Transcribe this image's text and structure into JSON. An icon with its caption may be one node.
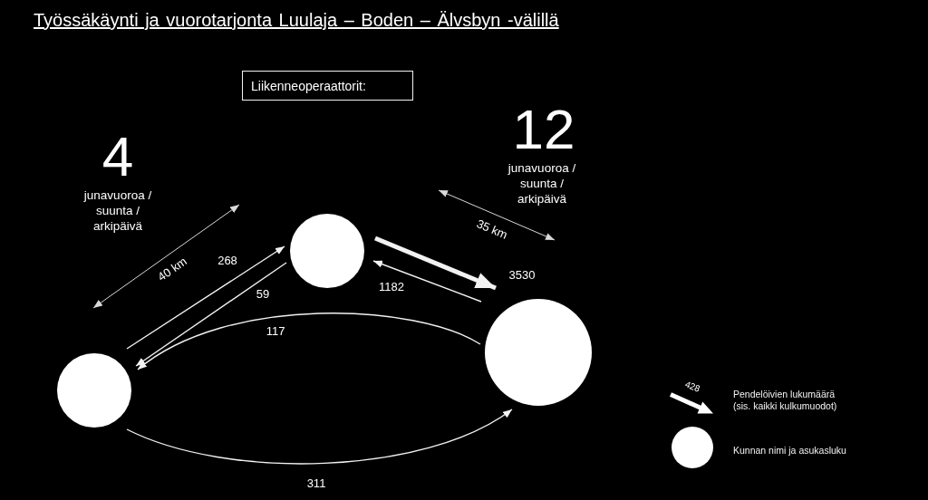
{
  "diagram": {
    "title": "Työssäkäynti ja vuorotarjonta Luulaja – Boden – Älvsbyn -välillä",
    "nodes": [
      {
        "text": [
          "Liikenneoperaattorit:"
        ]
      },
      {
        "text": [],
        "shape": "circle"
      },
      {
        "text": [],
        "shape": "circle"
      },
      {
        "text": [],
        "shape": "circle"
      }
    ],
    "edges": [
      {
        "from": 3,
        "to": 1,
        "arrow": "to",
        "label": "268"
      },
      {
        "from": 1,
        "to": 3,
        "arrow": "to",
        "label": "59"
      },
      {
        "from": 2,
        "to": 3,
        "arrow": "to",
        "label": "117"
      },
      {
        "from": 3,
        "to": 2,
        "arrow": "to",
        "label": "311"
      },
      {
        "from": 1,
        "to": 2,
        "arrow": "to",
        "label": "3530",
        "style": "thick"
      },
      {
        "from": 2,
        "to": 1,
        "arrow": "to",
        "label": "1182"
      }
    ],
    "labels": [
      "4",
      "junavuoroa / suunta / arkipäivä",
      "12",
      "junavuoroa / suunta / arkipäivä",
      "40 km",
      "35 km",
      "428"
    ],
    "legend": [
      {
        "text": "Pendelöivien lukumäärä (sis. kaikki kulkumuodot)"
      },
      {
        "text": "Kunnan nimi ja asukasluku"
      }
    ]
  }
}
